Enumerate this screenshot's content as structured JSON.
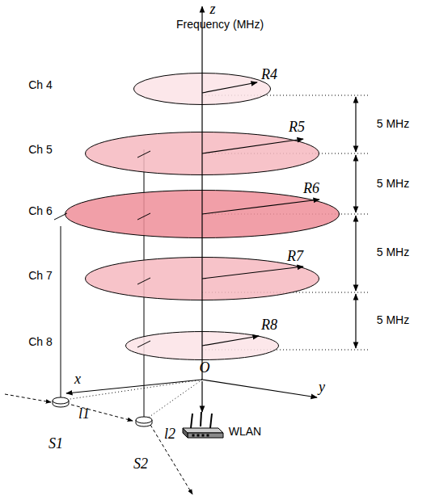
{
  "diagram": {
    "nodes": [
      {
        "text": [
          "R4"
        ]
      },
      {
        "text": [
          "R5"
        ]
      },
      {
        "text": [
          "R6"
        ]
      },
      {
        "text": [
          "R7"
        ]
      },
      {
        "text": [
          "R8"
        ]
      }
    ],
    "labels": [
      "z",
      "Frequency (MHz)",
      "Ch 4",
      "Ch 5",
      "Ch 6",
      "Ch 7",
      "Ch 8",
      "5 MHz",
      "5 MHz",
      "5 MHz",
      "5 MHz",
      "x",
      "y",
      "O",
      "WLAN",
      "l1",
      "S1",
      "l2",
      "S2"
    ]
  }
}
